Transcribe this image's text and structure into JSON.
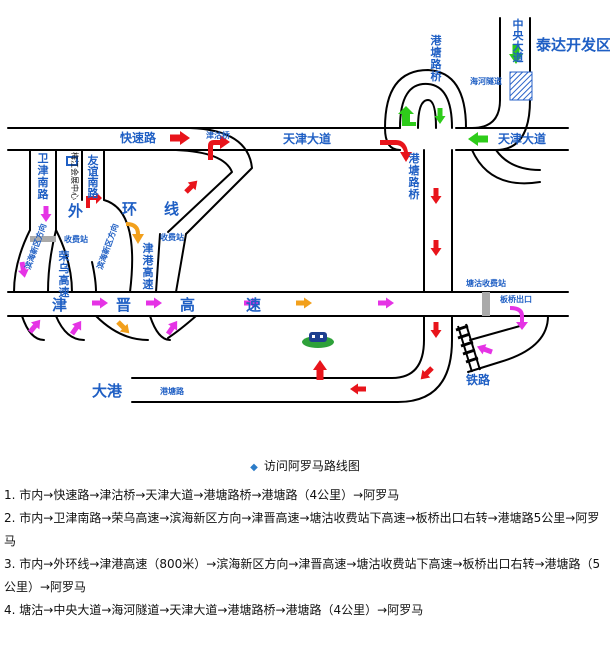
{
  "map": {
    "roads": {
      "kuaisu": "快速路",
      "jingu_bridge": "津沽桥",
      "tianjin_dadao_top": "天津大道",
      "tianjin_dadao_right": "天津大道",
      "ganggang_bridge": "港塘路桥",
      "ganggang_road_mid": "港塘路桥",
      "zhongyang": "中央大道",
      "taida": "泰达开发区",
      "haihe_tunnel": "海河隧道",
      "weijin_south": "卫津南路",
      "youyi_south": "友谊南路",
      "outer_ring_1": "外",
      "outer_ring_2": "环",
      "outer_ring_3": "线",
      "toll_left": "收费站",
      "toll_mid": "收费站",
      "toll_tanggu": "塘沽收费站",
      "caiwu_highway": "荣乌高速",
      "jingang_highway": "津港高速",
      "binhai_dir_1": "滨海新区方向",
      "binhai_dir_2": "滨海新区方向",
      "jinjin_1": "津",
      "jinjin_2": "晋",
      "jinjin_3": "高",
      "jinjin_4": "速",
      "banqiao_exit": "板桥出口",
      "railway": "铁路",
      "dagang": "大港",
      "gangtang_road": "港塘路",
      "small_sign": "梅江会展中心"
    },
    "arrow_colors": {
      "red": "#e8141b",
      "green": "#2ecc1a",
      "magenta": "#e533e5",
      "orange": "#f2a01c"
    },
    "road_color": "#000000"
  },
  "caption": "访问阿罗马路线图",
  "routes": [
    "1. 市内→快速路→津沽桥→天津大道→港塘路桥→港塘路（4公里）→阿罗马",
    "2. 市内→卫津南路→荣乌高速→滨海新区方向→津晋高速→塘沽收费站下高速→板桥出口右转→港塘路5公里→阿罗马",
    "3. 市内→外环线→津港高速（800米）→滨海新区方向→津晋高速→塘沽收费站下高速→板桥出口右转→港塘路（5公里）→阿罗马",
    "4. 塘沽→中央大道→海河隧道→天津大道→港塘路桥→港塘路（4公里）→阿罗马"
  ]
}
